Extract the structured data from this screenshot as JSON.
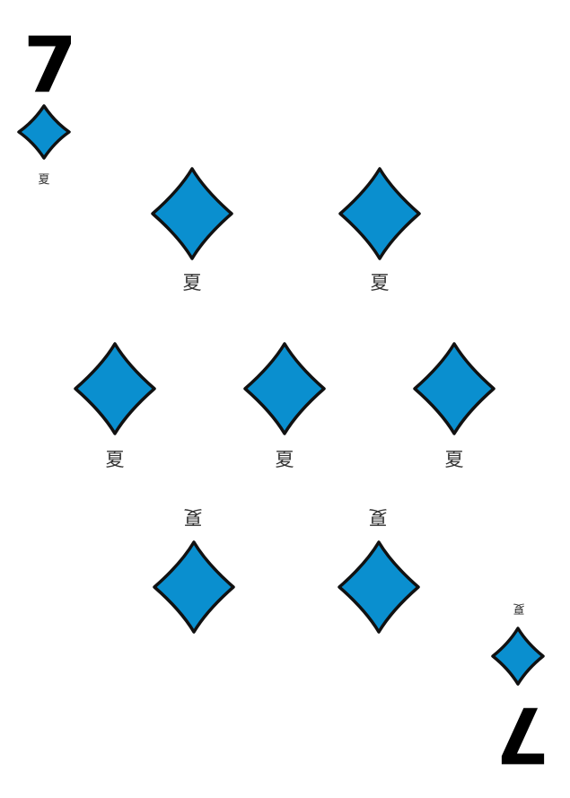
{
  "card": {
    "rank": "7",
    "suit": "diamonds",
    "suit_icon": "diamond-icon",
    "pip_glyph": "夏",
    "colors": {
      "suit_fill": "#0a8fcf",
      "suit_outline": "#111111",
      "rank_text": "#000000",
      "glyph_text": "#333333",
      "background": "#ffffff"
    }
  }
}
